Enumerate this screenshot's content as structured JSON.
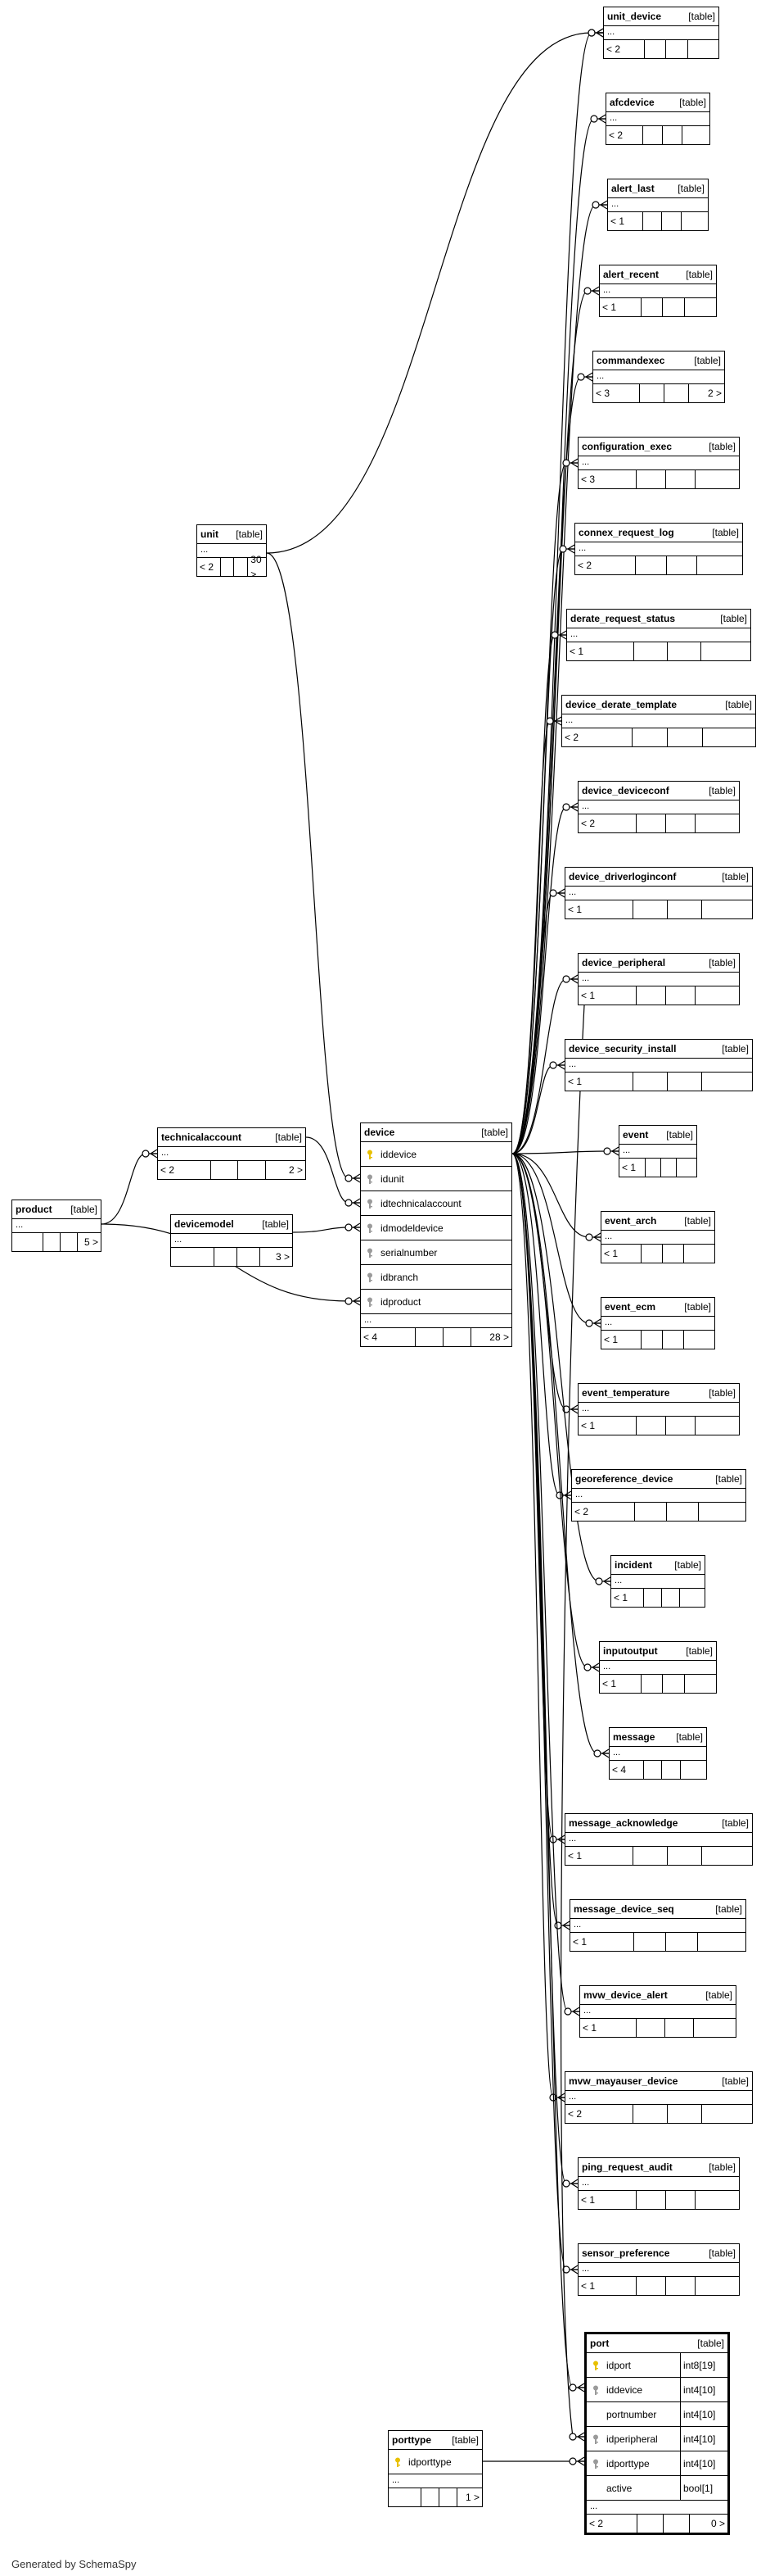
{
  "diagram": {
    "kind_label": "[table]",
    "ellipsis": "...",
    "generated_by": "Generated by SchemaSpy",
    "colors": {
      "line": "#000000",
      "pk_icon": "#e8c000",
      "fk_icon": "#9a9a9a",
      "background": "#ffffff"
    }
  },
  "tables": {
    "unit_device": {
      "name": "unit_device",
      "footer": [
        "< 2",
        "",
        ""
      ]
    },
    "afcdevice": {
      "name": "afcdevice",
      "footer": [
        "< 2",
        "",
        ""
      ]
    },
    "alert_last": {
      "name": "alert_last",
      "footer": [
        "< 1",
        "",
        ""
      ]
    },
    "alert_recent": {
      "name": "alert_recent",
      "footer": [
        "< 1",
        "",
        ""
      ]
    },
    "commandexec": {
      "name": "commandexec",
      "footer": [
        "< 3",
        "",
        "2 >"
      ]
    },
    "configuration_exec": {
      "name": "configuration_exec",
      "footer": [
        "< 3",
        "",
        ""
      ]
    },
    "connex_request_log": {
      "name": "connex_request_log",
      "footer": [
        "< 2",
        "",
        ""
      ]
    },
    "derate_request_status": {
      "name": "derate_request_status",
      "footer": [
        "< 1",
        "",
        ""
      ]
    },
    "device_derate_template": {
      "name": "device_derate_template",
      "footer": [
        "< 2",
        "",
        ""
      ]
    },
    "device_deviceconf": {
      "name": "device_deviceconf",
      "footer": [
        "< 2",
        "",
        ""
      ]
    },
    "device_driverloginconf": {
      "name": "device_driverloginconf",
      "footer": [
        "< 1",
        "",
        ""
      ]
    },
    "device_peripheral": {
      "name": "device_peripheral",
      "footer": [
        "< 1",
        "",
        ""
      ]
    },
    "device_security_install": {
      "name": "device_security_install",
      "footer": [
        "< 1",
        "",
        ""
      ]
    },
    "event": {
      "name": "event",
      "footer": [
        "< 1",
        "",
        ""
      ]
    },
    "event_arch": {
      "name": "event_arch",
      "footer": [
        "< 1",
        "",
        ""
      ]
    },
    "event_ecm": {
      "name": "event_ecm",
      "footer": [
        "< 1",
        "",
        ""
      ]
    },
    "event_temperature": {
      "name": "event_temperature",
      "footer": [
        "< 1",
        "",
        ""
      ]
    },
    "georeference_device": {
      "name": "georeference_device",
      "footer": [
        "< 2",
        "",
        ""
      ]
    },
    "incident": {
      "name": "incident",
      "footer": [
        "< 1",
        "",
        ""
      ]
    },
    "inputoutput": {
      "name": "inputoutput",
      "footer": [
        "< 1",
        "",
        ""
      ]
    },
    "message": {
      "name": "message",
      "footer": [
        "< 4",
        "",
        ""
      ]
    },
    "message_acknowledge": {
      "name": "message_acknowledge",
      "footer": [
        "< 1",
        "",
        ""
      ]
    },
    "message_device_seq": {
      "name": "message_device_seq",
      "footer": [
        "< 1",
        "",
        ""
      ]
    },
    "mvw_device_alert": {
      "name": "mvw_device_alert",
      "footer": [
        "< 1",
        "",
        ""
      ]
    },
    "mvw_mayauser_device": {
      "name": "mvw_mayauser_device",
      "footer": [
        "< 2",
        "",
        ""
      ]
    },
    "ping_request_audit": {
      "name": "ping_request_audit",
      "footer": [
        "< 1",
        "",
        ""
      ]
    },
    "sensor_preference": {
      "name": "sensor_preference",
      "footer": [
        "< 1",
        "",
        ""
      ]
    },
    "unit": {
      "name": "unit",
      "footer": [
        "< 2",
        "",
        "30 >"
      ]
    },
    "technicalaccount": {
      "name": "technicalaccount",
      "footer": [
        "< 2",
        "",
        "2 >"
      ]
    },
    "devicemodel": {
      "name": "devicemodel",
      "footer": [
        "",
        "",
        "3 >"
      ]
    },
    "product": {
      "name": "product",
      "footer": [
        "",
        "",
        "5 >"
      ]
    },
    "porttype": {
      "name": "porttype",
      "columns": [
        {
          "name": "idporttype",
          "key": "pk"
        }
      ],
      "footer": [
        "",
        "",
        "1 >"
      ]
    },
    "device": {
      "name": "device",
      "columns": [
        {
          "name": "iddevice",
          "key": "pk"
        },
        {
          "name": "idunit",
          "key": "fk"
        },
        {
          "name": "idtechnicalaccount",
          "key": "fk"
        },
        {
          "name": "idmodeldevice",
          "key": "fk"
        },
        {
          "name": "serialnumber",
          "key": "fk"
        },
        {
          "name": "idbranch",
          "key": "fk"
        },
        {
          "name": "idproduct",
          "key": "fk"
        }
      ],
      "footer": [
        "< 4",
        "",
        "28 >"
      ]
    },
    "port": {
      "name": "port",
      "columns": [
        {
          "name": "idport",
          "type": "int8[19]",
          "key": "pk"
        },
        {
          "name": "iddevice",
          "type": "int4[10]",
          "key": "fk"
        },
        {
          "name": "portnumber",
          "type": "int4[10]",
          "key": "none"
        },
        {
          "name": "idperipheral",
          "type": "int4[10]",
          "key": "fk"
        },
        {
          "name": "idporttype",
          "type": "int4[10]",
          "key": "fk"
        },
        {
          "name": "active",
          "type": "bool[1]",
          "key": "none"
        }
      ],
      "footer": [
        "< 2",
        "",
        "0 >"
      ]
    }
  }
}
